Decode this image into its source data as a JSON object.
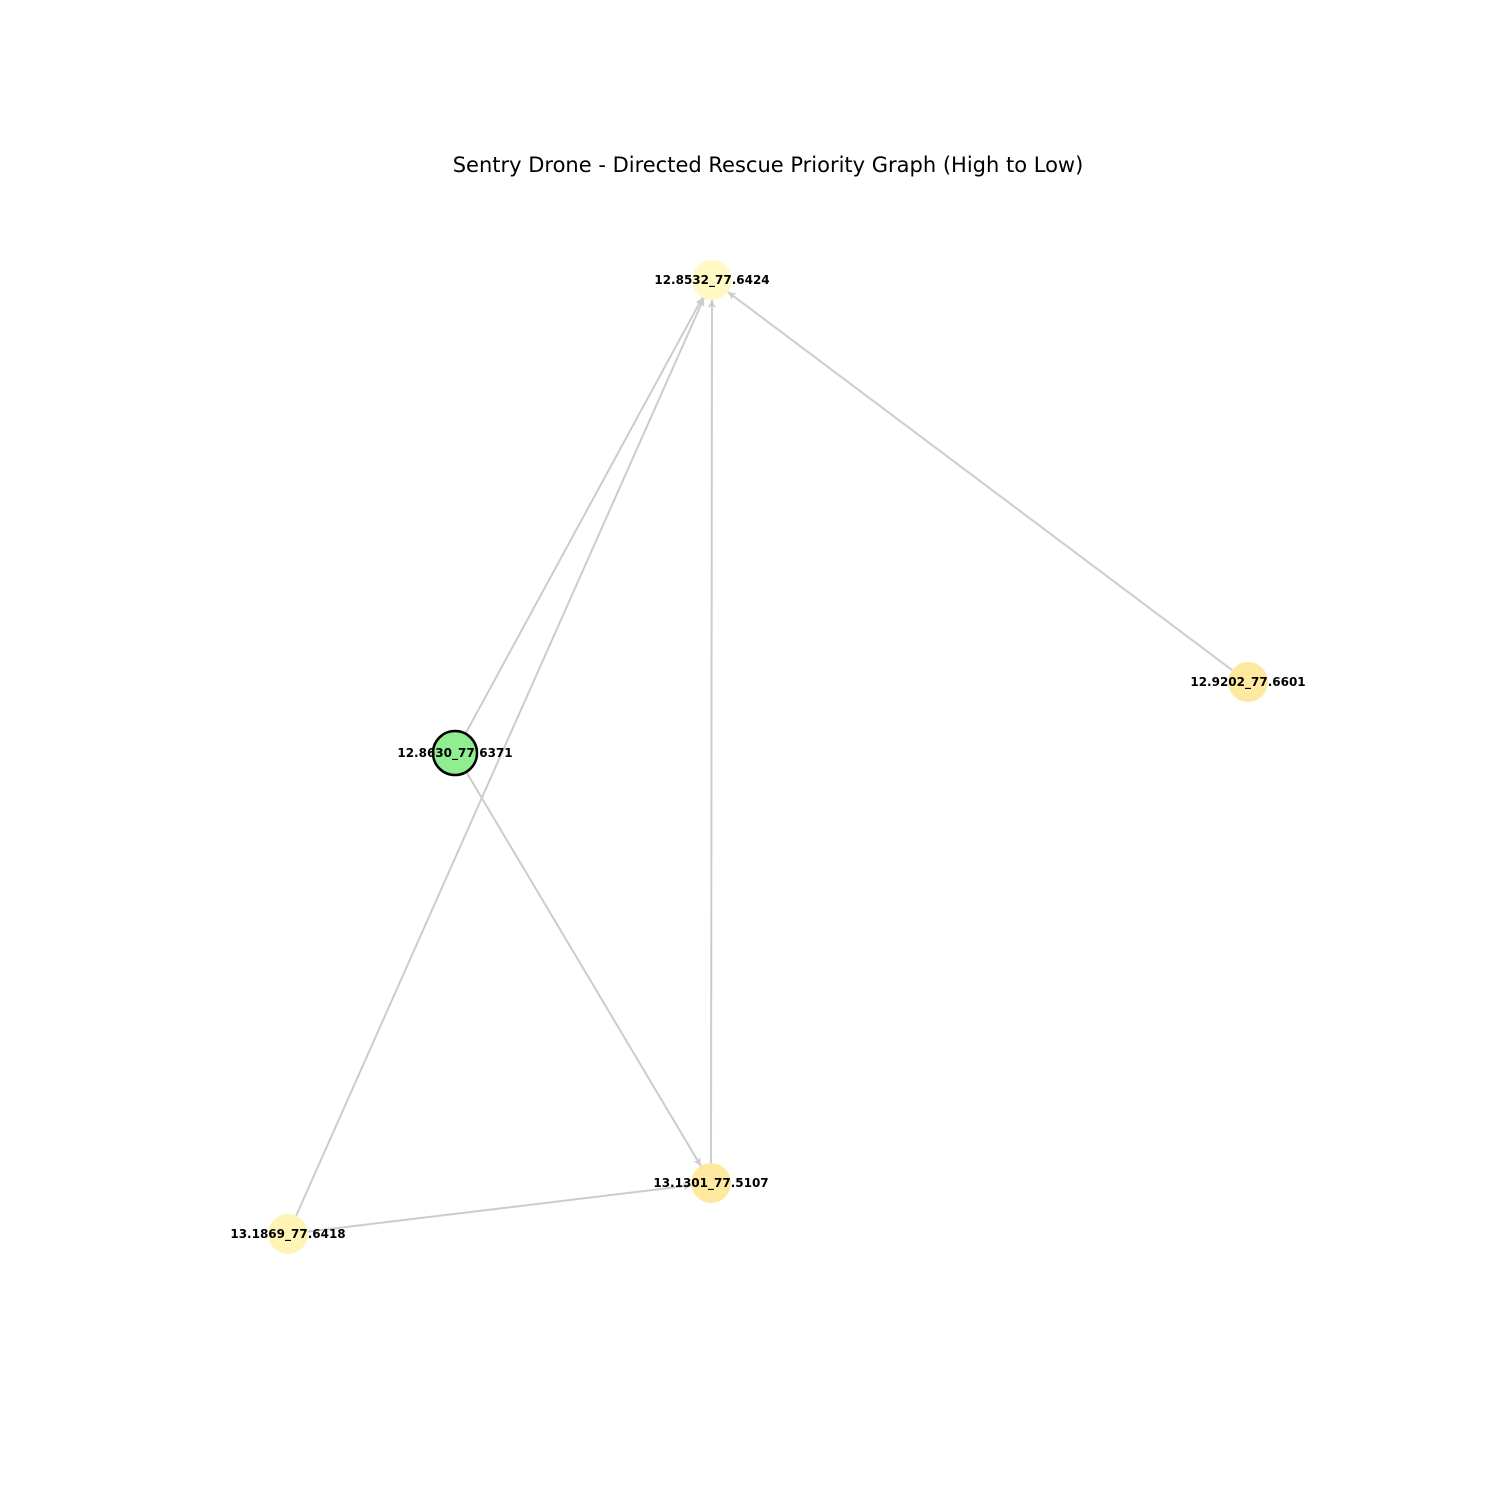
{
  "title": "Sentry Drone - Directed Rescue Priority Graph (High to Low)",
  "colors": {
    "edge": "#cccccc",
    "highlight_node": "#90ee90",
    "highlight_stroke": "#000000",
    "priority_high": "#ffe8a0",
    "priority_low": "#fff5b8"
  },
  "nodes": [
    {
      "id": "12.8532_77.6424",
      "label": "12.8532_77.6424",
      "color": "#fff9c4",
      "highlight": false
    },
    {
      "id": "12.9202_77.6601",
      "label": "12.9202_77.6601",
      "color": "#ffe9a0",
      "highlight": false
    },
    {
      "id": "12.8630_77.6371",
      "label": "12.8630_77.6371",
      "color": "#90ee90",
      "highlight": true
    },
    {
      "id": "13.1301_77.5107",
      "label": "13.1301_77.5107",
      "color": "#ffe9a0",
      "highlight": false
    },
    {
      "id": "13.1869_77.6418",
      "label": "13.1869_77.6418",
      "color": "#fff4b5",
      "highlight": false
    }
  ],
  "edges": [
    {
      "source": "12.8630_77.6371",
      "target": "12.8532_77.6424"
    },
    {
      "source": "13.1869_77.6418",
      "target": "12.8532_77.6424"
    },
    {
      "source": "13.1301_77.5107",
      "target": "12.8532_77.6424"
    },
    {
      "source": "12.9202_77.6601",
      "target": "12.8532_77.6424"
    },
    {
      "source": "12.8630_77.6371",
      "target": "13.1301_77.5107"
    },
    {
      "source": "13.1869_77.6418",
      "target": "13.1301_77.5107"
    }
  ]
}
